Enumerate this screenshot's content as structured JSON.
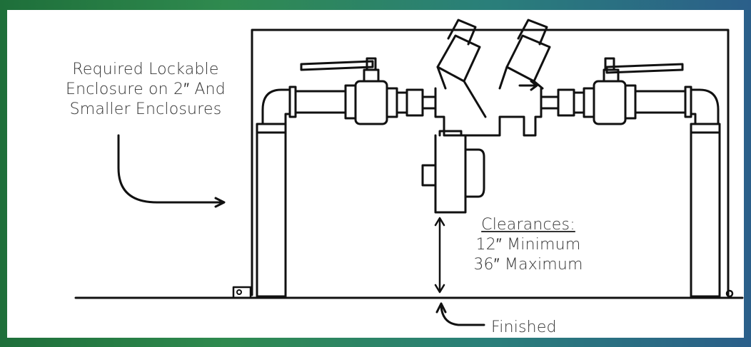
{
  "enclosure_note": {
    "lines": [
      "Required Lockable",
      "Enclosure on 2″ And",
      "Smaller Enclosures"
    ]
  },
  "clearances": {
    "heading": "Clearances:",
    "minimum": "12″ Minimum",
    "maximum": "36″ Maximum"
  },
  "grade_label": "Finished",
  "colors": {
    "line": "#111111",
    "text": "#333333",
    "background": "#ffffff"
  }
}
